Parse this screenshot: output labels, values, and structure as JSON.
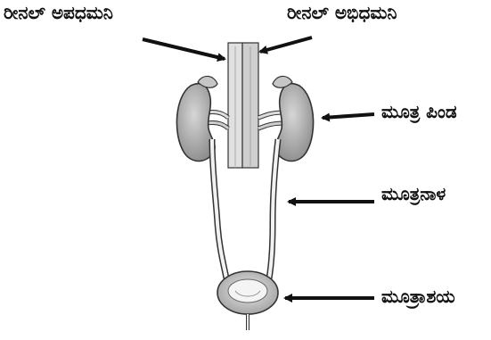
{
  "labels": {
    "renal_vein": "ರೀನಲ್ ಅಪಧಮನಿ",
    "renal_artery": "ರೀನಲ್ ಅಭಿಧಮನಿ",
    "kidney": "ಮೂತ್ರ ಪಿಂಡ",
    "ureter": "ಮೂತ್ರನಾಳ",
    "bladder": "ಮೂತ್ರಾಶಯ"
  },
  "colors": {
    "organ_fill": "#b8b8b8",
    "outline": "#333333",
    "arrow": "#111111"
  }
}
